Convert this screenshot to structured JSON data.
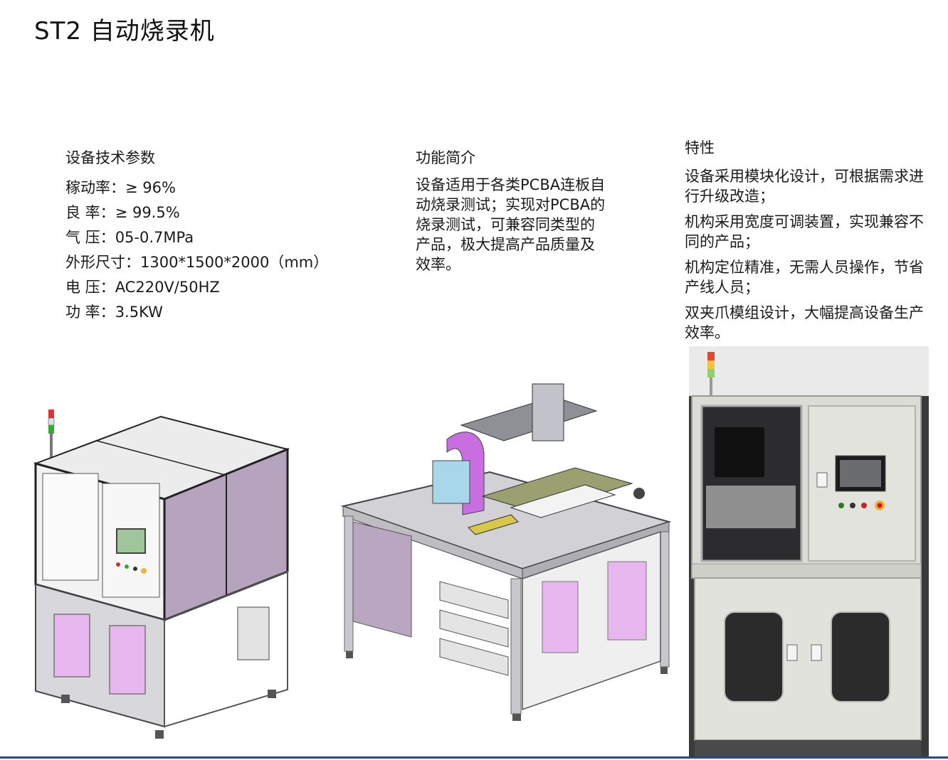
{
  "title": "ST2 自动烧录机",
  "specs": {
    "heading": "设备技术参数",
    "items": [
      {
        "label": "稼动率：",
        "value": "≥ 96%"
      },
      {
        "label": "良  率：",
        "value": "≥ 99.5%"
      },
      {
        "label": "气  压：",
        "value": "05-0.7MPa"
      },
      {
        "label": "外形尺寸：",
        "value": "1300*1500*2000（mm）"
      },
      {
        "label": "电  压：",
        "value": "AC220V/50HZ"
      },
      {
        "label": "功  率：",
        "value": "3.5KW"
      }
    ]
  },
  "function": {
    "heading": "功能简介",
    "body": "设备适用于各类PCBA连板自动烧录测试；实现对PCBA的烧录测试，可兼容同类型的产品，极大提高产品质量及效率。"
  },
  "features": {
    "heading": "特性",
    "items": [
      "设备采用模块化设计，可根据需求进行升级改造；",
      "机构采用宽度可调装置，实现兼容不同的产品；",
      "机构定位精准，无需人员操作，节省产线人员；",
      "双夹爪模组设计，大幅提高设备生产效率。"
    ]
  },
  "colors": {
    "accent_rule": "#2d4a7a",
    "frame_gray": "#c8c8cc",
    "glass_pink": "#e7b6ef",
    "body_purple": "#b8a8c0"
  },
  "images": {
    "machine_render_closed": "machine-render-enclosed",
    "machine_render_open": "machine-render-open-mechanism",
    "machine_photo": "machine-photo"
  }
}
